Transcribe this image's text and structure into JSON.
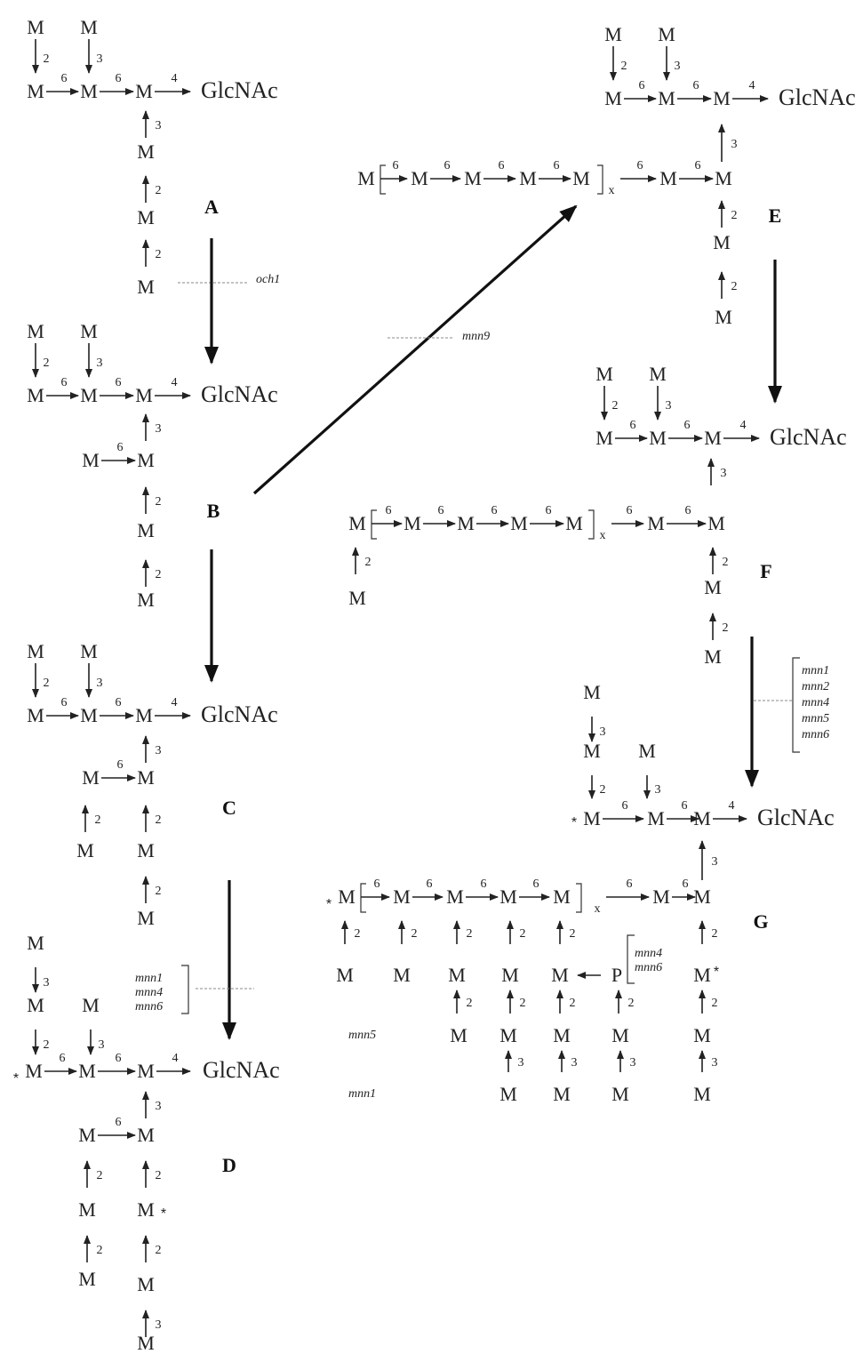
{
  "sugar_label": "M",
  "reducing_end_label": "GlcNAc",
  "phosphate_label": "P",
  "repeat_subscript": "x",
  "asterisk": "*",
  "link_numbers": [
    "2",
    "3",
    "4",
    "6"
  ],
  "panels": [
    "A",
    "B",
    "C",
    "D",
    "E",
    "F",
    "G"
  ],
  "genes": {
    "och1": "och1",
    "mnn9": "mnn9",
    "mnn1": "mnn1",
    "mnn2": "mnn2",
    "mnn4": "mnn4",
    "mnn5": "mnn5",
    "mnn6": "mnn6"
  },
  "colors": {
    "ink": "#222222",
    "background": "#ffffff",
    "guide": "#888888"
  }
}
